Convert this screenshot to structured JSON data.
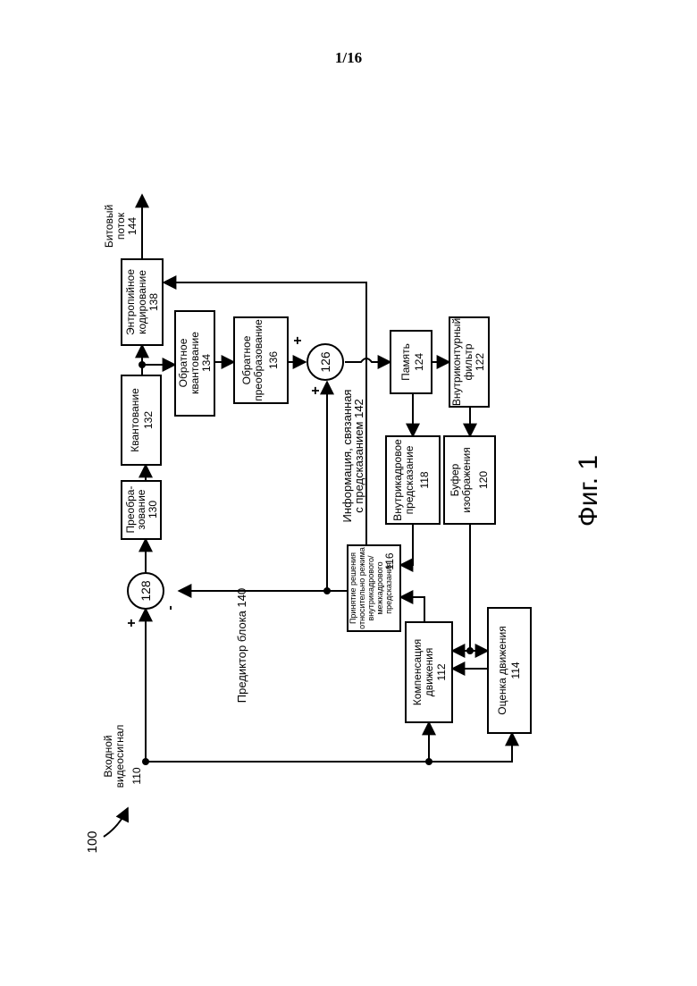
{
  "page_number": "1/16",
  "figure_label": "Фиг. 1",
  "ref_100": "100",
  "input": {
    "line1": "Входной",
    "line2": "видеосигнал",
    "num": "110"
  },
  "output": {
    "line1": "Битовый",
    "line2": "поток",
    "num": "144"
  },
  "block_predictor_label": "Предиктор блока 140",
  "pred_info": {
    "line1": "Информация, связанная",
    "line2": "с предсказанием 142"
  },
  "blocks": {
    "transform": {
      "line1": "Преобра-",
      "line2": "зование",
      "num": "130"
    },
    "quant": {
      "line1": "Квантование",
      "num": "132"
    },
    "inv_quant": {
      "line1": "Обратное",
      "line2": "квантование",
      "num": "134"
    },
    "inv_transform": {
      "line1": "Обратное",
      "line2": "преобразование",
      "num": "136"
    },
    "entropy": {
      "line1": "Энтропийное",
      "line2": "кодирование",
      "num": "138"
    },
    "memory": {
      "line1": "Память",
      "num": "124"
    },
    "loop_filter": {
      "line1": "Внутриконтурный",
      "line2": "фильтр",
      "num": "122"
    },
    "intra": {
      "line1": "Внутрикадровое",
      "line2": "предсказание",
      "num": "118"
    },
    "pic_buffer": {
      "line1": "Буфер",
      "line2": "изображения",
      "num": "120"
    },
    "mode": {
      "line1": "Принятие решения",
      "line2": "относительно режима",
      "line3": "внутрикадрового/",
      "line4": "межкадрового",
      "line5": "предсказания",
      "num": "116"
    },
    "mc": {
      "line1": "Компенсация",
      "line2": "движения",
      "num": "112"
    },
    "me": {
      "line1": "Оценка движения",
      "num": "114"
    }
  },
  "adder_128": {
    "num": "128",
    "plus": "+",
    "minus": "-"
  },
  "adder_126": {
    "num": "126",
    "plus_top": "+",
    "plus_bottom": "+"
  }
}
